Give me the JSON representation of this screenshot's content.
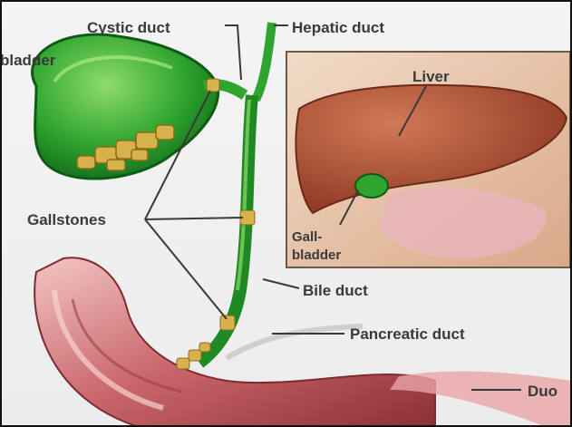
{
  "labels": {
    "cystic_duct": "Cystic duct",
    "hepatic_duct": "Hepatic duct",
    "gallbladder_partial": "bladder",
    "liver": "Liver",
    "gall_line1": "Gall-",
    "gall_line2": "bladder",
    "gallstones": "Gallstones",
    "bile_duct": "Bile duct",
    "pancreatic_duct": "Pancreatic duct",
    "duodenum_partial": "Duo"
  },
  "colors": {
    "gallbladder": "#2fa52f",
    "gallstone": "#d6b24a",
    "intestine": "#c8656a",
    "liver": "#a8452e",
    "inset_bg": "#e8c4a6",
    "label": "#3a3a3a",
    "border": "#111111"
  }
}
